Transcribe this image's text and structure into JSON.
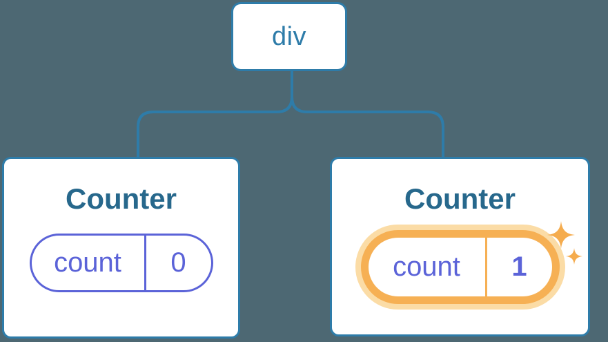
{
  "diagram": {
    "description": "Component tree: a div root with two Counter children showing isolated state pills",
    "root": {
      "label": "div"
    },
    "children": [
      {
        "title": "Counter",
        "state": {
          "key": "count",
          "value": "0"
        },
        "highlighted": false
      },
      {
        "title": "Counter",
        "state": {
          "key": "count",
          "value": "1"
        },
        "highlighted": true
      }
    ]
  },
  "colors": {
    "background": "#4D6873",
    "line_blue": "#2E7CA9",
    "title_blue": "#27688C",
    "purple": "#5B63D8",
    "orange": "#F6B054",
    "orange_glow": "#FBDCA6",
    "sparkle": "#F5AC4E"
  },
  "icons": {
    "sparkle": "sparkle-icon"
  }
}
